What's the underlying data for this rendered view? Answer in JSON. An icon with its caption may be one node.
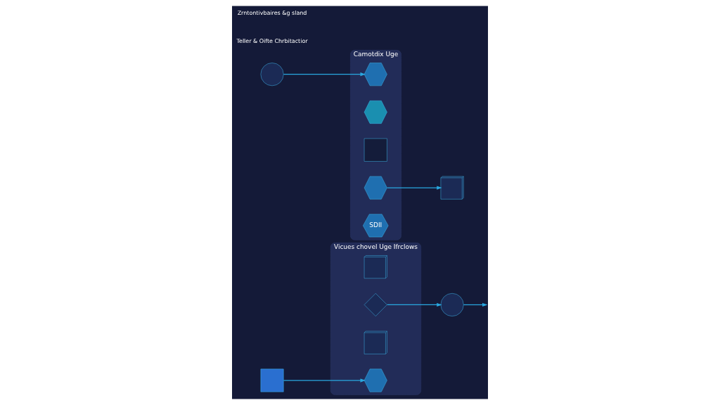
{
  "diagram": {
    "nodes": [
      {
        "text": [
          "Vicues chovel Uge Ifrclows"
        ]
      },
      {
        "text": [],
        "shape": "picture",
        "in": 0
      },
      {
        "text": [],
        "shape": "diamond",
        "in": 0
      },
      {
        "text": [],
        "shape": "picture",
        "in": 0
      },
      {
        "text": [],
        "shape": "hexagon",
        "in": 0
      },
      {
        "text": [],
        "shape": "circle"
      },
      {
        "text": [],
        "shape": "circle"
      },
      {
        "text": [],
        "shape": "box"
      },
      {
        "text": [],
        "shape": "picture"
      },
      {
        "text": [
          "Camotdix Uge"
        ]
      },
      {
        "text": [],
        "shape": "hexagon",
        "in": 9
      },
      {
        "text": [],
        "shape": "hexagon",
        "in": 9
      },
      {
        "text": [],
        "shape": "box",
        "in": 9
      },
      {
        "text": [],
        "shape": "hexagon",
        "in": 9
      },
      {
        "text": [
          "SDII"
        ],
        "in": 9
      }
    ],
    "edges": [
      {
        "from": 2,
        "to": 5,
        "arrow": "to"
      },
      {
        "from": 6,
        "to": 10,
        "arrow": "to"
      },
      {
        "from": 5,
        "to": null,
        "arrow": "to"
      },
      {
        "from": 13,
        "to": 8,
        "arrow": "to"
      },
      {
        "from": 7,
        "to": 4,
        "arrow": "to"
      }
    ],
    "labels": [
      "Teller & Oifte Chrbitactior",
      "Zrntontivbaires &g sland"
    ]
  }
}
